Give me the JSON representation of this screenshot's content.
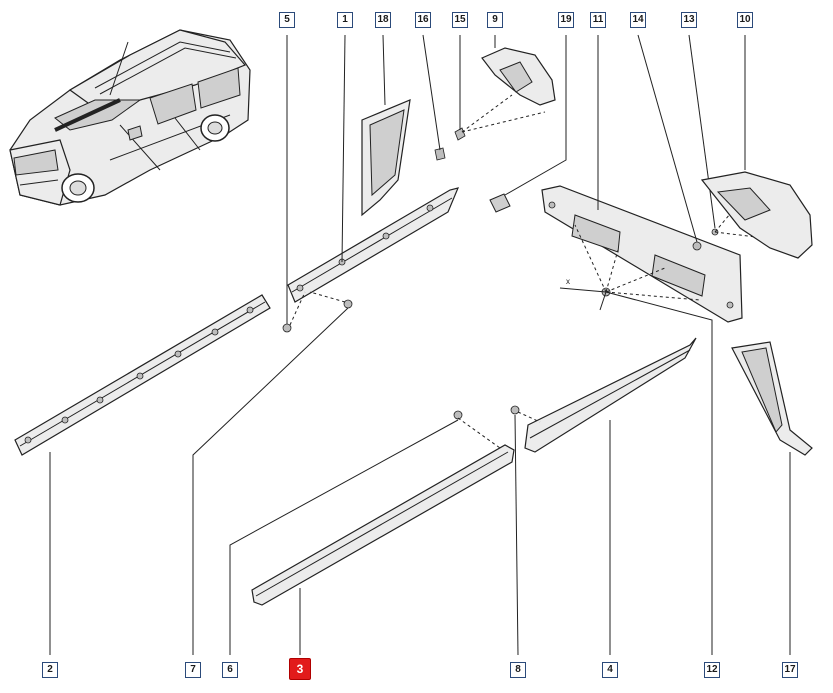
{
  "diagram": {
    "callouts": [
      {
        "id": "callout-5",
        "label": "5",
        "highlight": false
      },
      {
        "id": "callout-1",
        "label": "1",
        "highlight": false
      },
      {
        "id": "callout-18",
        "label": "18",
        "highlight": false
      },
      {
        "id": "callout-16",
        "label": "16",
        "highlight": false
      },
      {
        "id": "callout-15",
        "label": "15",
        "highlight": false
      },
      {
        "id": "callout-9",
        "label": "9",
        "highlight": false
      },
      {
        "id": "callout-19",
        "label": "19",
        "highlight": false
      },
      {
        "id": "callout-11",
        "label": "11",
        "highlight": false
      },
      {
        "id": "callout-14",
        "label": "14",
        "highlight": false
      },
      {
        "id": "callout-13",
        "label": "13",
        "highlight": false
      },
      {
        "id": "callout-10",
        "label": "10",
        "highlight": false
      },
      {
        "id": "callout-2",
        "label": "2",
        "highlight": false
      },
      {
        "id": "callout-7",
        "label": "7",
        "highlight": false
      },
      {
        "id": "callout-6",
        "label": "6",
        "highlight": false
      },
      {
        "id": "callout-3",
        "label": "3",
        "highlight": true
      },
      {
        "id": "callout-8",
        "label": "8",
        "highlight": false
      },
      {
        "id": "callout-4",
        "label": "4",
        "highlight": false
      },
      {
        "id": "callout-12",
        "label": "12",
        "highlight": false
      },
      {
        "id": "callout-17",
        "label": "17",
        "highlight": false
      }
    ],
    "marker_x": "x",
    "colors": {
      "highlight": "#e21b1b",
      "callout_border": "#2b4a7a",
      "line": "#222222"
    }
  }
}
